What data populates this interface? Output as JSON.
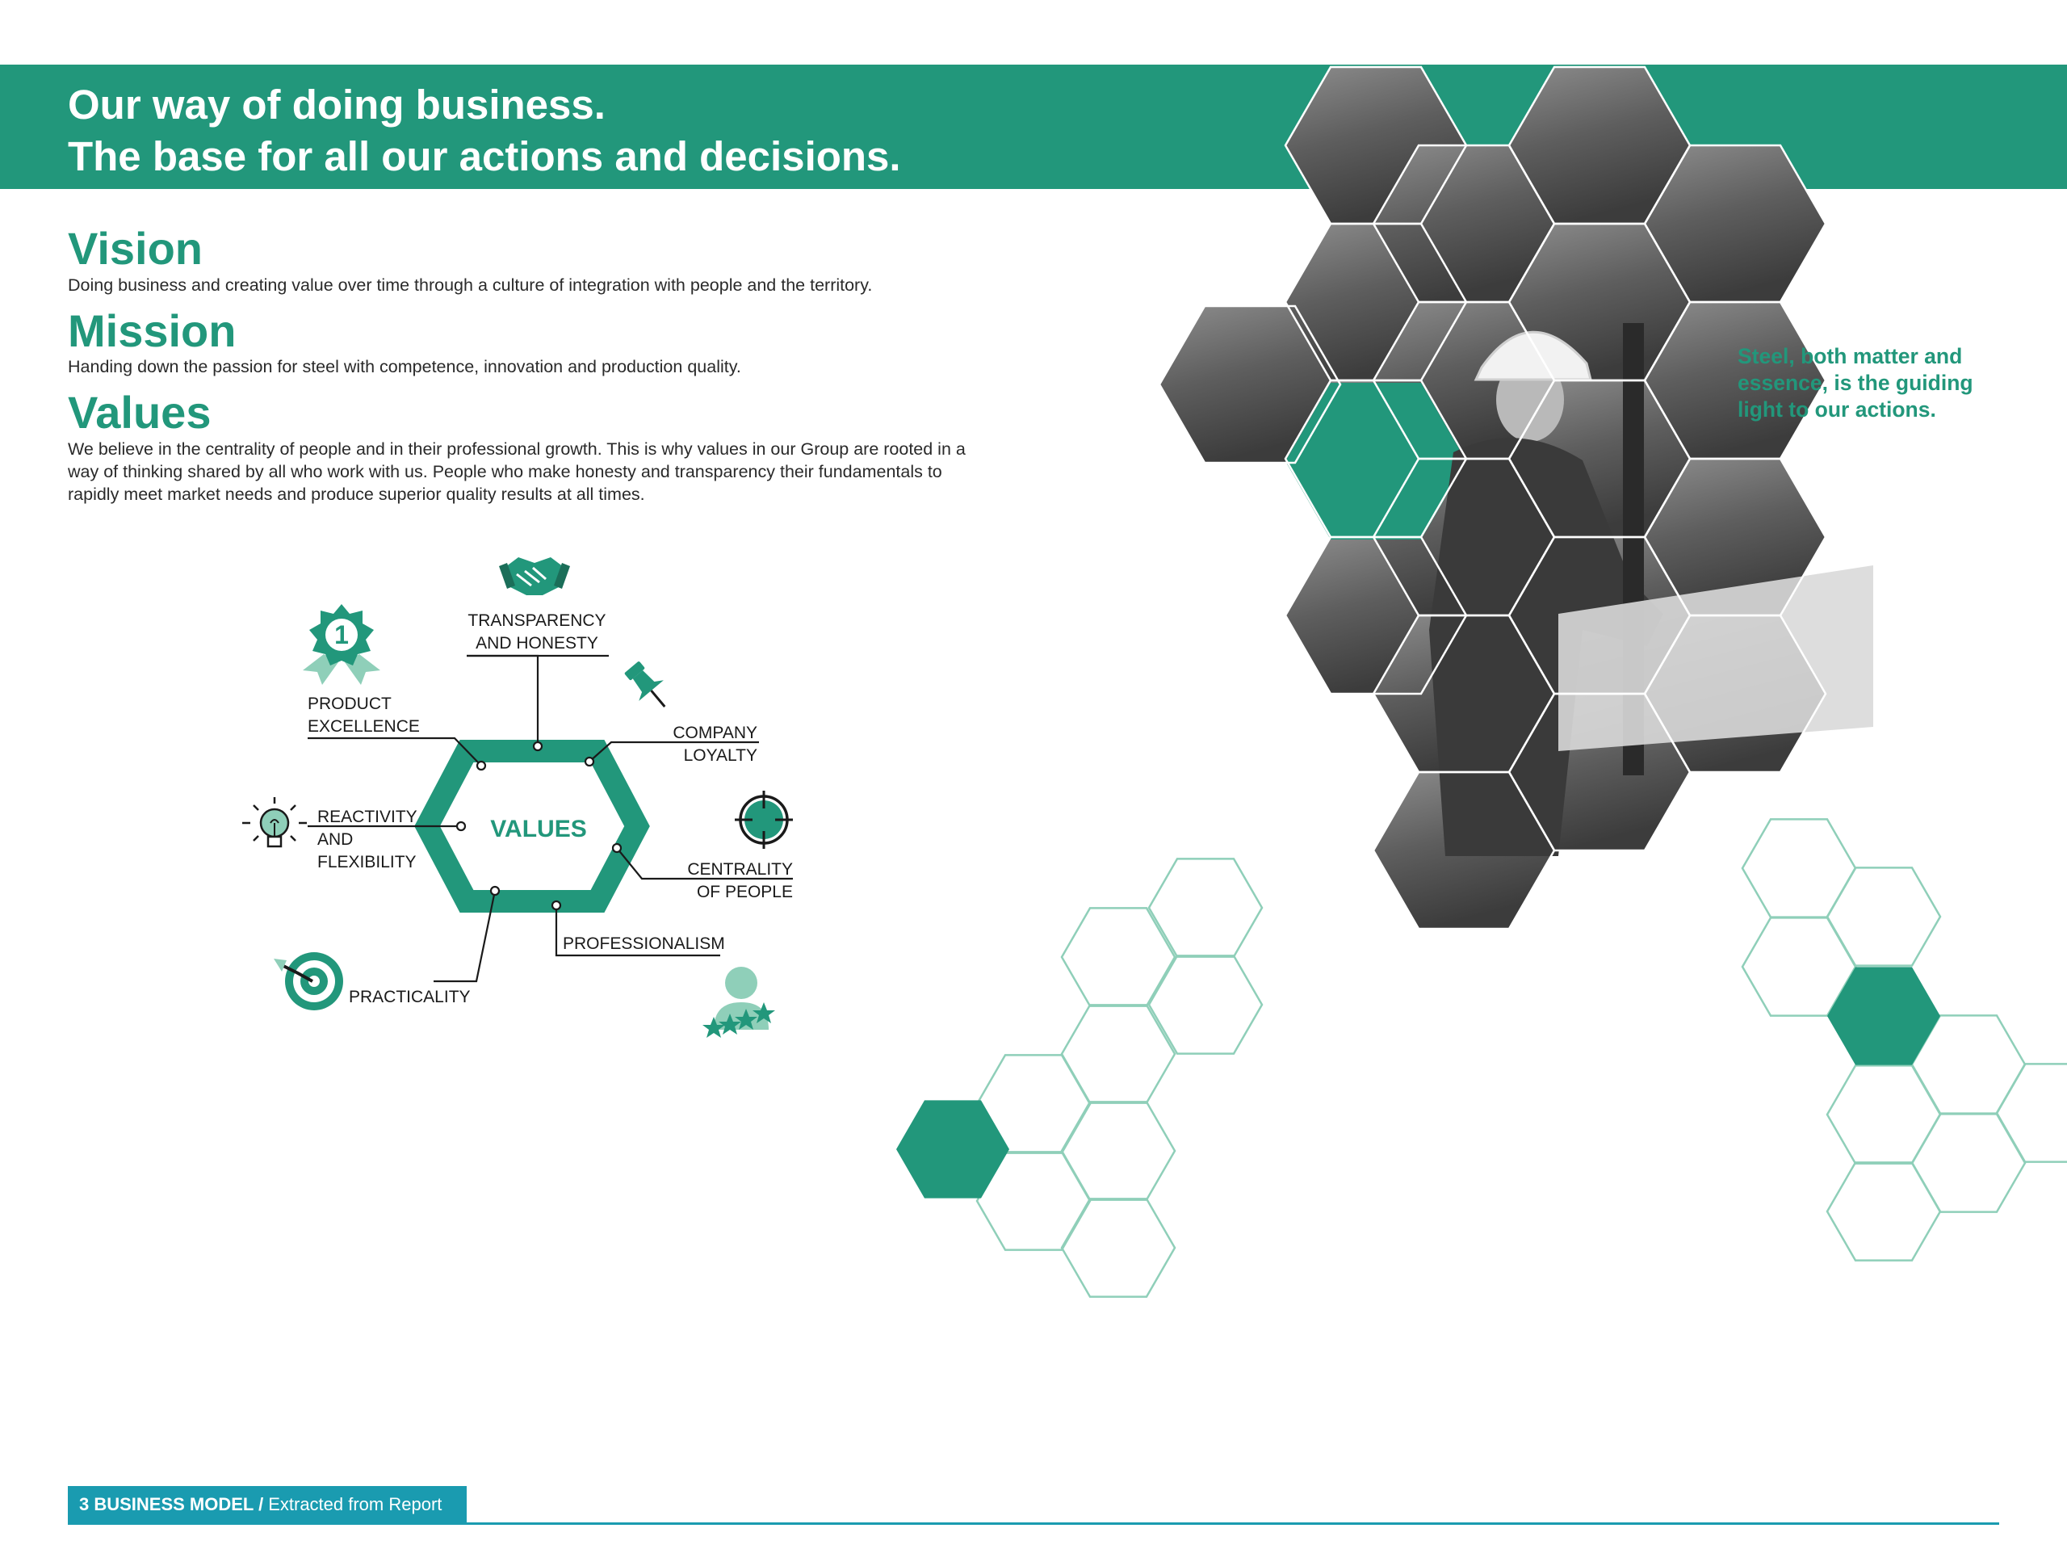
{
  "header": {
    "title_line1": "Our way of doing business.",
    "title_line2": "The base for all our actions and decisions."
  },
  "sections": {
    "vision_heading": "Vision",
    "vision_text": "Doing business and creating value over time through a culture of integration with people and the territory.",
    "mission_heading": "Mission",
    "mission_text": "Handing down the passion for steel  with competence, innovation and production quality.",
    "values_heading": "Values",
    "values_text": "We believe in the centrality of people and in their professional growth. This is why values in our Group are rooted in a way of thinking shared by all who work with us. People who make honesty and transparency their fundamentals to rapidly meet market needs and produce superior quality results at all times."
  },
  "diagram": {
    "center_label": "VALUES",
    "items": {
      "transparency_line1": "TRANSPARENCY",
      "transparency_line2": "AND HONESTY",
      "product_line1": "PRODUCT",
      "product_line2": "EXCELLENCE",
      "loyalty_line1": "COMPANY",
      "loyalty_line2": "LOYALTY",
      "reactivity_line1": "REACTIVITY",
      "reactivity_line2": "AND",
      "reactivity_line3": "FLEXIBILITY",
      "centrality_line1": "CENTRALITY",
      "centrality_line2": "OF PEOPLE",
      "professionalism": "PROFESSIONALISM",
      "practicality": "PRACTICALITY",
      "badge_number": "1"
    },
    "icons": [
      "handshake-icon",
      "award-ribbon-icon",
      "pushpin-icon",
      "lightbulb-icon",
      "crosshair-target-icon",
      "dartboard-icon",
      "person-stars-icon"
    ]
  },
  "quote": "Steel, both matter and essence, is the guiding light to our actions.",
  "footer": {
    "section": "3 BUSINESS MODEL /",
    "sub": "Extracted from Report"
  },
  "colors": {
    "brand_green": "#22977b",
    "light_green": "#8fcfb9",
    "footer_blue": "#1a9bb0"
  }
}
